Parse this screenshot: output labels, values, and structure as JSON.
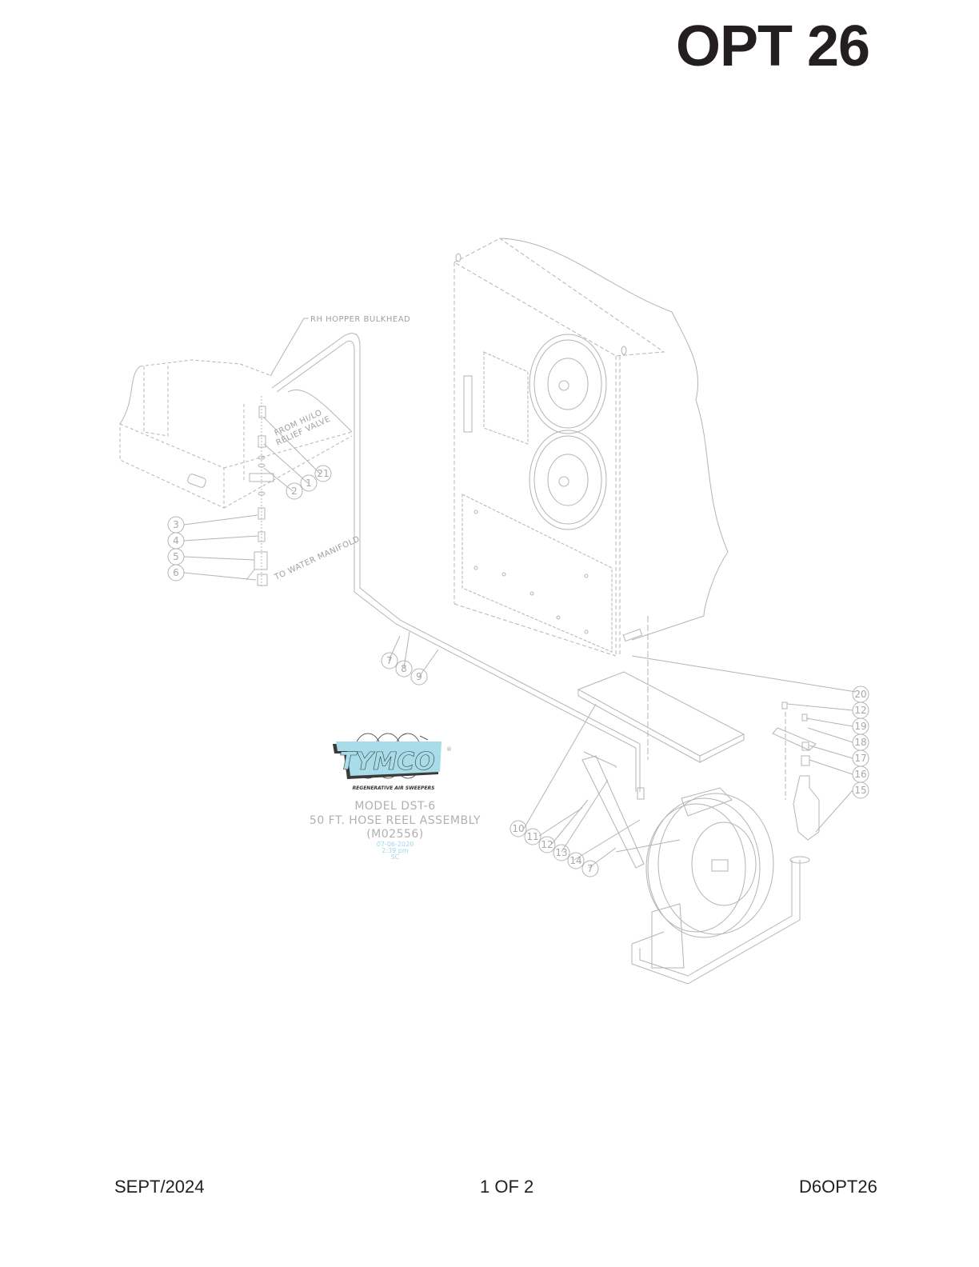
{
  "header": {
    "title": "OPT 26"
  },
  "footer": {
    "date": "SEPT/2024",
    "page": "1 OF 2",
    "doc_id": "D6OPT26"
  },
  "drawing": {
    "notes": {
      "rh_hopper_bulkhead": "RH HOPPER BULKHEAD",
      "from_relief_line1": "FROM HI/LO",
      "from_relief_line2": "RELIEF VALVE",
      "to_water_manifold": "TO WATER MANIFOLD"
    },
    "callouts": [
      "1",
      "2",
      "3",
      "4",
      "5",
      "6",
      "7",
      "8",
      "9",
      "10",
      "11",
      "12",
      "13",
      "14",
      "7",
      "15",
      "16",
      "17",
      "18",
      "19",
      "12",
      "20",
      "21"
    ],
    "title_block": {
      "logo_text": "TYMCO",
      "logo_registered": "®",
      "logo_tagline": "REGENERATIVE AIR SWEEPERS",
      "model": "MODEL DST-6",
      "assembly": "50 FT. HOSE REEL ASSEMBLY",
      "part_number": "(M02556)",
      "stamp_date": "07-06-2020",
      "stamp_time": "2:39 pm",
      "stamp_initials": "SC"
    },
    "colors": {
      "line": "#b4b4b4",
      "logo_cyan": "#a8dce8",
      "logo_shadow": "#3a3a3a",
      "stamp": "#9fd6ea",
      "title": "#231f20"
    }
  }
}
